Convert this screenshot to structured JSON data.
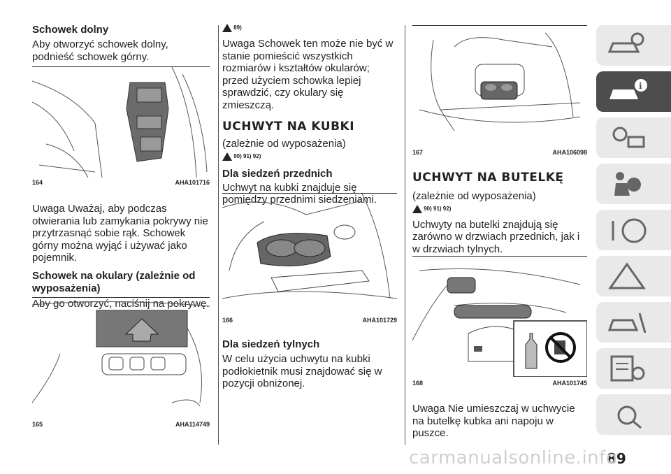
{
  "col1": {
    "heading1": "Schowek dolny",
    "para1": "Aby otworzyć schowek dolny, podnieść schowek górny.",
    "fig164": {
      "num": "164",
      "code": "AHA101716"
    },
    "para2": "Uwaga  Uważaj, aby podczas otwierania lub zamykania pokrywy nie przytrzasnąć sobie rąk. Schowek górny można wyjąć i używać jako pojemnik.",
    "heading2": "Schowek na okulary (zależnie od wyposażenia)",
    "para3": "Aby go otworzyć, naciśnij na pokrywę.",
    "fig165": {
      "num": "165",
      "code": "AHA114749"
    }
  },
  "col2": {
    "warn_ref1": "89)",
    "para1": "Uwaga  Schowek ten może nie być w stanie pomieścić wszystkich rozmiarów i kształtów okularów; przed użyciem schowka lepiej sprawdzić, czy okulary się zmieszczą.",
    "section_title": "UCHWYT NA KUBKI",
    "equip": "(zależnie od wyposażenia)",
    "warn_ref2": "90) 91) 92)",
    "heading1": "Dla siedzeń przednich",
    "para2": "Uchwyt na kubki znajduje się pomiędzy przednimi siedzeniami.",
    "fig166": {
      "num": "166",
      "code": "AHA101729"
    },
    "heading2": "Dla siedzeń tylnych",
    "para3": "W celu użycia uchwytu na kubki podłokietnik musi znajdować się w pozycji obniżonej."
  },
  "col3": {
    "fig167": {
      "num": "167",
      "code": "AHA106098"
    },
    "section_title": "UCHWYT NA BUTELKĘ",
    "equip": "(zależnie od wyposażenia)",
    "warn_ref": "90) 91) 92)",
    "para1": "Uchwyty na butelki znajdują się zarówno w drzwiach przednich, jak i w drzwiach tylnych.",
    "fig168": {
      "num": "168",
      "code": "AHA101745"
    },
    "para2": "Uwaga  Nie umieszczaj w uchwycie na butelkę kubka ani napoju w puszce."
  },
  "page_number": "89",
  "watermark": "carmanualsonline.info",
  "tab_icons": [
    "car-search-icon",
    "car-info-icon",
    "warning-lights-icon",
    "airbag-icon",
    "steering-icon",
    "hazard-triangle-icon",
    "car-service-icon",
    "specs-list-icon",
    "alphabet-index-icon"
  ],
  "colors": {
    "active_tab": "#4d4d4d",
    "tab": "#e9e9e9"
  }
}
